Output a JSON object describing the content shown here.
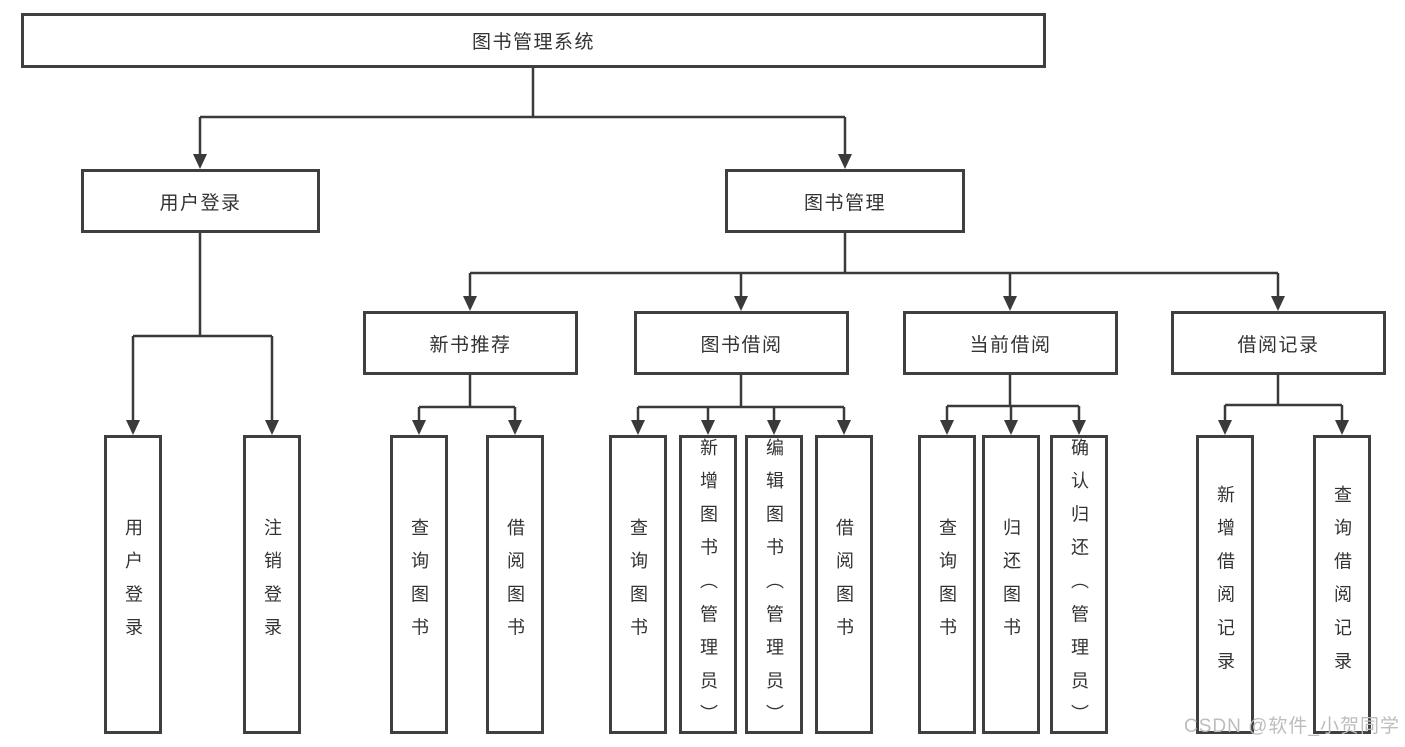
{
  "org_chart": {
    "root": {
      "label": "图书管理系统"
    },
    "branches": [
      {
        "label": "用户登录",
        "children": [
          {
            "label": "用户登录"
          },
          {
            "label": "注销登录"
          }
        ]
      },
      {
        "label": "图书管理",
        "children": [
          {
            "label": "新书推荐",
            "children": [
              {
                "label": "查询图书"
              },
              {
                "label": "借阅图书"
              }
            ]
          },
          {
            "label": "图书借阅",
            "children": [
              {
                "label": "查询图书"
              },
              {
                "label": "新增图书（管理员）"
              },
              {
                "label": "编辑图书（管理员）"
              },
              {
                "label": "借阅图书"
              }
            ]
          },
          {
            "label": "当前借阅",
            "children": [
              {
                "label": "查询图书"
              },
              {
                "label": "归还图书"
              },
              {
                "label": "确认归还（管理员）"
              }
            ]
          },
          {
            "label": "借阅记录",
            "children": [
              {
                "label": "新增借阅记录"
              },
              {
                "label": "查询借阅记录"
              }
            ]
          }
        ]
      }
    ]
  },
  "watermark": {
    "text": "CSDN @软件_小贺同学"
  },
  "colors": {
    "line": "#3a3a3a",
    "box_border": "#3f3f3f",
    "text": "#333333",
    "watermark": "#bdbdbd",
    "background": "#ffffff"
  }
}
